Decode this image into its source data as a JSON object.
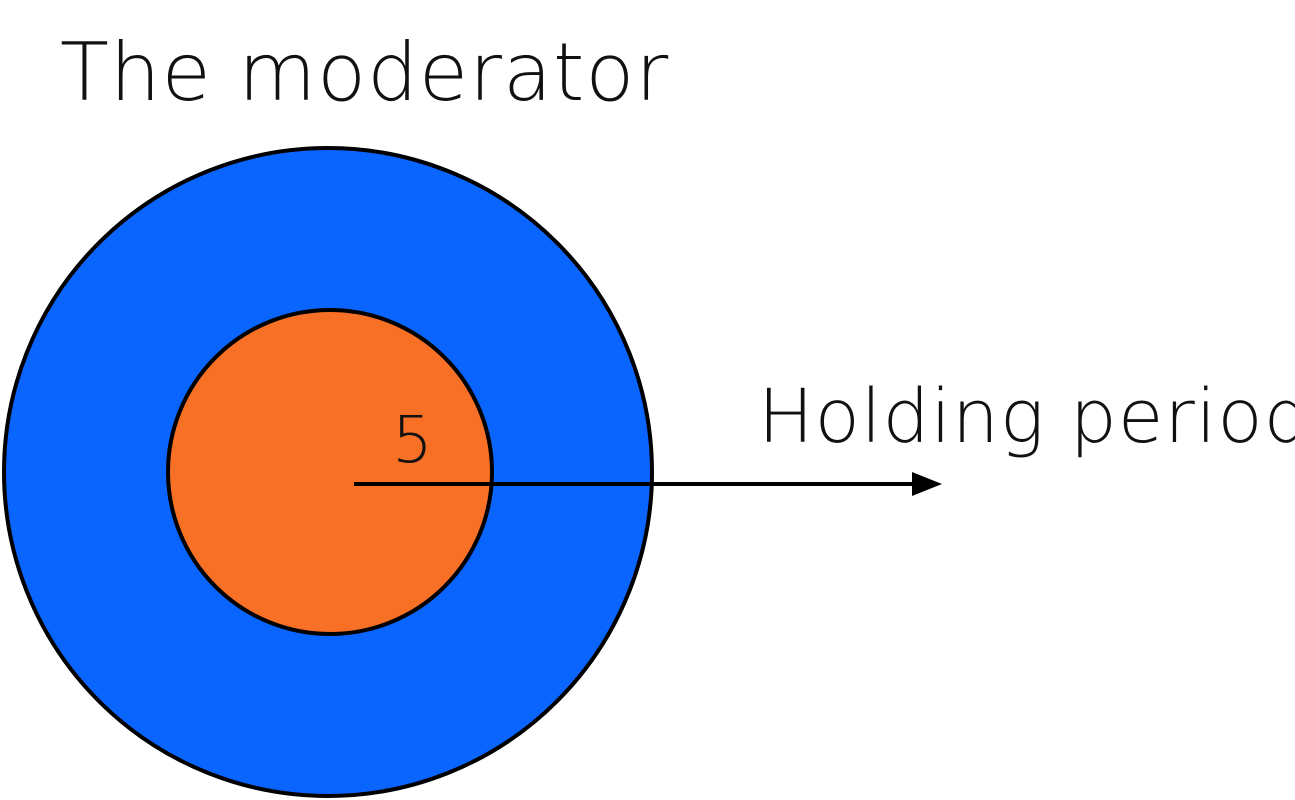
{
  "title": "The moderator",
  "arrow_label": "Holding period",
  "value_label": "5",
  "colors": {
    "outer_circle": "#0a64fe",
    "inner_circle": "#f87026",
    "stroke": "#000000",
    "background": "#ffffff"
  }
}
